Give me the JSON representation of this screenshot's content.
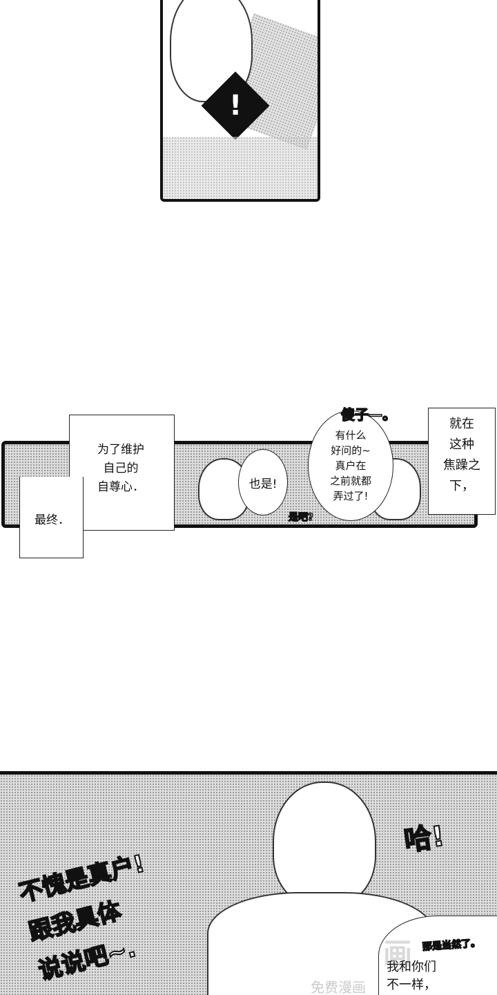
{
  "panel1": {
    "exclamation": "!"
  },
  "panel2": {
    "narration_left": "为了维护\n自己的\n自尊心．",
    "narration_left_bottom": "最终．",
    "bubble_agree": "也是!",
    "bubble_question": "有什么\n好问的~\n真户在\n之前就都\n弄过了!",
    "sfx_fool": "傻子—。",
    "sfx_right": "是吧?",
    "narration_right": "就在\n这种\n焦躁之\n下，"
  },
  "panel3": {
    "shout": "不愧是真户!\n跟我具体\n说说吧~.",
    "laugh": "哈!",
    "aside": "那是当然了。",
    "bubble": "我和你们\n不一样，",
    "watermark": "免费漫画"
  }
}
